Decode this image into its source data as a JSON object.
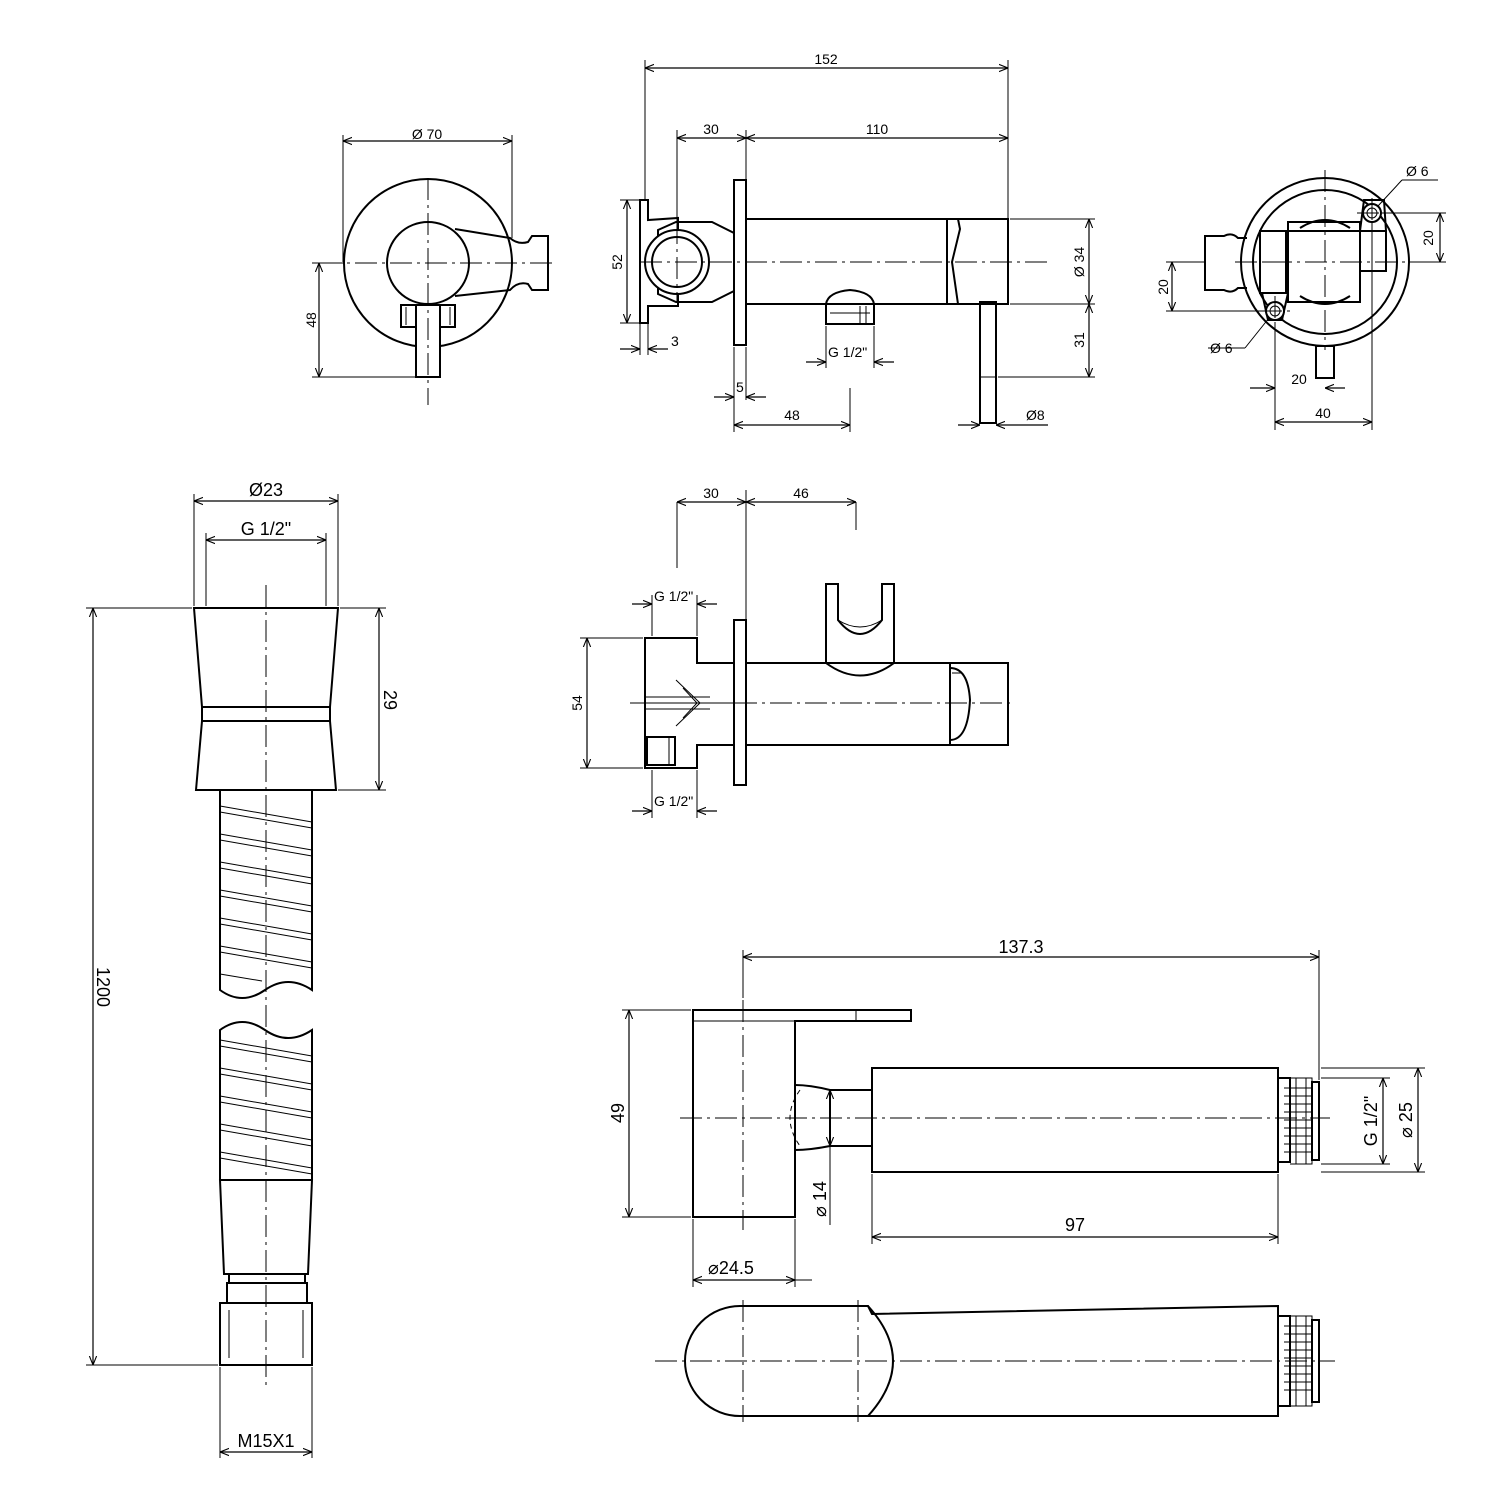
{
  "diagram": {
    "view_front": {
      "dia": "Ø 70",
      "height": "48"
    },
    "view_side": {
      "total": "152",
      "seg_left": "30",
      "seg_right": "110",
      "flange": "52",
      "body_dia": "Ø 34",
      "lever": "31",
      "plate_thick": "3",
      "outlet_thread": "G 1/2\"",
      "plate": "5",
      "outlet_offset": "48",
      "lever_dia": "Ø8"
    },
    "view_rear": {
      "hole_top": "Ø 6",
      "hole_bottom": "Ø 6",
      "right_vert": "20",
      "left_vert": "20",
      "horiz_inner": "20",
      "horiz_outer": "40"
    },
    "view_top": {
      "seg_left": "30",
      "seg_right": "46",
      "thread_top": "G 1/2\"",
      "thread_bottom": "G 1/2\"",
      "height": "54"
    },
    "hose": {
      "nut_dia": "Ø23",
      "nut_thread": "G 1/2\"",
      "nut_length": "29",
      "length": "1200",
      "end_thread": "M15X1"
    },
    "sprayer": {
      "length": "137.3",
      "height": "49",
      "thread": "G 1/2\"",
      "dia_end": "25",
      "dia_neck": "14",
      "body_length": "97",
      "dia_head": "24.5"
    }
  }
}
